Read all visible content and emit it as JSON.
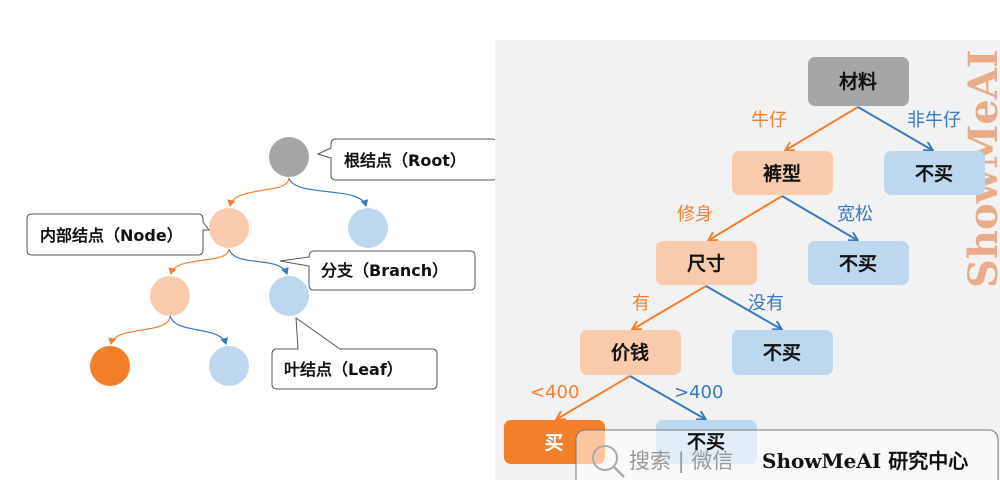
{
  "colors": {
    "root": "#a6a6a6",
    "internal": "#f8cbad",
    "leaf": "#bdd7ee",
    "buy": "#f47f2a",
    "orange_edge": "#f4802f",
    "blue_edge": "#3a78c0",
    "panel_bg": "#f2f2f2"
  },
  "legend_tree": {
    "root_label": "根结点（Root）",
    "node_label": "内部结点（Node）",
    "branch_label": "分支（Branch）",
    "leaf_label": "叶结点（Leaf）"
  },
  "decision_tree": {
    "root": "材料",
    "edge_jeans": "牛仔",
    "edge_not_jeans": "非牛仔",
    "node_fit": "裤型",
    "edge_slim": "修身",
    "edge_loose": "宽松",
    "node_size": "尺寸",
    "edge_has": "有",
    "edge_hasnot": "没有",
    "node_price": "价钱",
    "edge_lt": "<400",
    "edge_gt": ">400",
    "leaf_buy": "买",
    "leaf_nobuy": "不买"
  },
  "watermark": "ShowMeAI",
  "search_bar": {
    "icon": "search-icon",
    "hint": "搜索 | 微信",
    "brand": "ShowMeAI 研究中心"
  }
}
